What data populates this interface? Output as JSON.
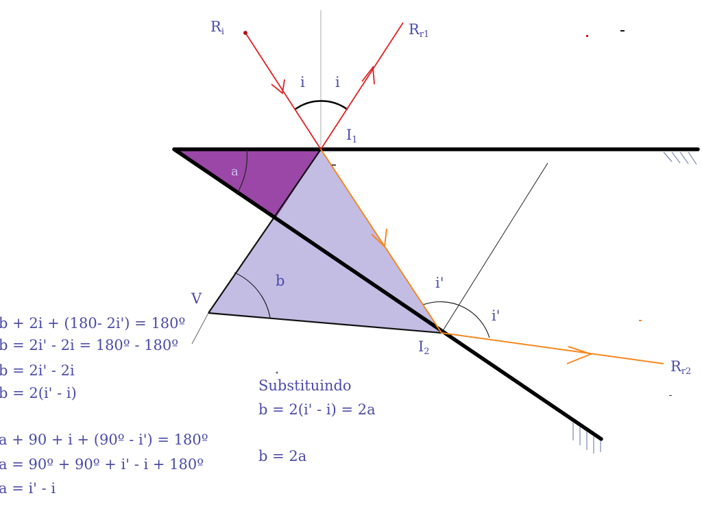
{
  "labels": {
    "incident": "R",
    "incident_sub": "i",
    "reflected1": "R",
    "reflected1_sub": "r1",
    "reflected2": "R",
    "reflected2_sub": "r2",
    "point1": "I",
    "point1_sub": "1",
    "point2": "I",
    "point2_sub": "2",
    "vertex": "V",
    "angle_i_left": "i",
    "angle_i_right": "i",
    "angle_i2_top": "i'",
    "angle_i2_right": "i'",
    "angle_a": "a",
    "angle_b": "b"
  },
  "equations_left": [
    "b + 2i + (180- 2i') = 180º",
    "b = 2i' - 2i = 180º - 180º",
    "b = 2i' - 2i",
    "b = 2(i' - i)",
    "a + 90 + i + (90º - i') = 180º",
    "a = 90º + 90º + i' - i + 180º",
    "a = i' - i"
  ],
  "equations_center": [
    "Substituindo",
    "b = 2(i' - i) = 2a",
    "b = 2a"
  ],
  "colors": {
    "incident_ray": "#e02020",
    "refracted_ray": "#f7861e",
    "mirror": "#000000",
    "triangle_light": "#c3bde4",
    "triangle_dark": "#9b47a7",
    "text": "#4a4aa8"
  }
}
